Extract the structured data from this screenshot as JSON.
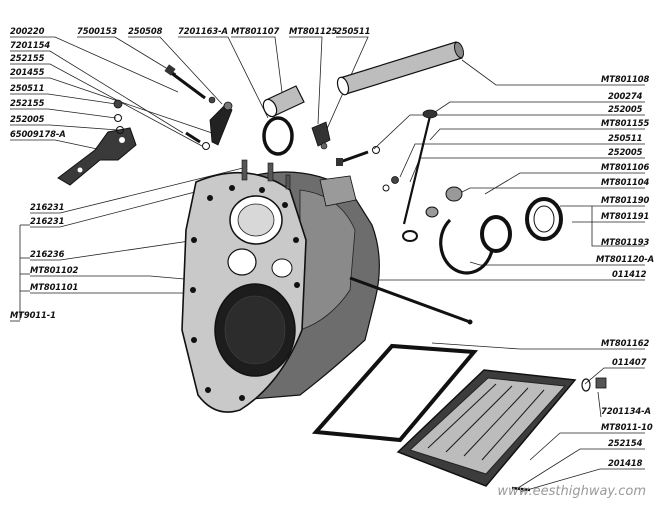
{
  "diagram": {
    "labels_left": [
      "200220",
      "7201154",
      "252155",
      "201455",
      "250511",
      "252155",
      "252005",
      "65009178-A",
      "216231",
      "216231",
      "216236",
      "MT801102",
      "MT801101",
      "MT9011-1"
    ],
    "labels_top": [
      "7500153",
      "250508",
      "7201163-A",
      "MT801107",
      "MT801125",
      "250511"
    ],
    "labels_right": [
      "MT801108",
      "200274",
      "252005",
      "MT801155",
      "250511",
      "252005",
      "MT801106",
      "MT801104",
      "MT801190",
      "MT801191",
      "MT801193",
      "MT801120-A",
      "011412",
      "MT801162",
      "011407",
      "7201134-A",
      "MT8011-10",
      "252154",
      "201418"
    ],
    "watermark": "www.eesthighway.com"
  }
}
